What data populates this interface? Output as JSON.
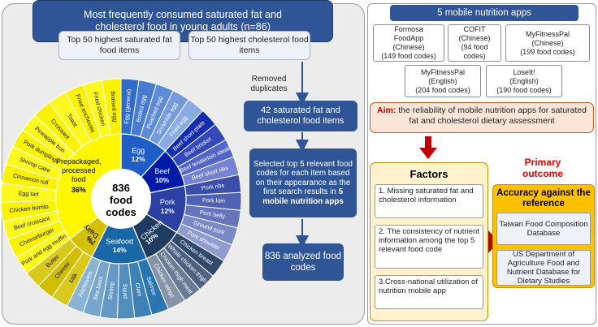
{
  "flow": {
    "main_title_line1": "Most frequently consumed saturated fat and",
    "main_title_line2": "cholesterol food in young adults (n=86)",
    "top50_fat": "Top 50 highest saturated fat food items",
    "top50_chol": "Top 50 highest cholesterol food items",
    "removed": "Removed duplicates",
    "items42": "42 saturated fat and cholesterol food items",
    "selected_prefix": "Selected top 5 relevant food codes for each item based on their appearance as the first search results in",
    "selected_bold": "5 mobile nutrition apps",
    "analyzed": "836 analyzed food codes"
  },
  "donut": {
    "center_line1": "836",
    "center_line2": "food",
    "center_line3": "codes",
    "colors": {
      "egg": "#1e5ec6",
      "beef": "#001aa8",
      "pork": "#2a40a2",
      "chicken": "#1f3a5f",
      "seafood": "#1868a8",
      "dairy": "#d4c200",
      "prepack": "#fff700"
    },
    "segments": [
      {
        "key": "egg",
        "name": "Egg",
        "pct": "12%",
        "value": 12
      },
      {
        "key": "beef",
        "name": "Beef",
        "pct": "10%",
        "value": 10
      },
      {
        "key": "pork",
        "name": "Pork",
        "pct": "12%",
        "value": 12
      },
      {
        "key": "chicken",
        "name": "Chicken",
        "pct": "10%",
        "value": 10
      },
      {
        "key": "seafood",
        "name": "Seafood",
        "pct": "14%",
        "value": 14
      },
      {
        "key": "dairy",
        "name": "Dairy",
        "pct": "7%",
        "value": 7
      },
      {
        "key": "prepack",
        "name": "Prepackaged, processed food",
        "pct": "36%",
        "value": 36
      }
    ],
    "items": {
      "egg": [
        "Egg (general)",
        "Boiled egg",
        "Poached egg",
        "Scramble egg",
        "Fried egg"
      ],
      "beef": [
        "Beef short-plate",
        "Beef brisket",
        "Beef tenderloin steak",
        "Beef short ribs"
      ],
      "pork": [
        "Pork ribs",
        "Pork loin",
        "Pork belly",
        "Ground pork",
        "Pork shoulder"
      ],
      "chicken": [
        "Chicken breast",
        "Whole chicken thigh",
        "Chicken thigh meat",
        "Chicken wings"
      ],
      "seafood": [
        "Salmon",
        "Clam",
        "Squid",
        "Shrimp",
        "Sea bass",
        "Anchovies"
      ],
      "dairy": [
        "Milk",
        "Cheese",
        "Butter"
      ],
      "prepack": [
        "Pork and egg muffin",
        "Cheeseburger",
        "Beef croissant",
        "Chicken burrito",
        "Egg tart",
        "Cinnamon roll",
        "Shrimp cake",
        "Pork dumplings",
        "Pineapple bun",
        "Croissant",
        "Toast",
        "Fried anchovies",
        "Fried chicken",
        "Braised egg"
      ]
    }
  },
  "apps": {
    "title": "5 mobile nutrition apps",
    "list": [
      {
        "line1": "Formosa",
        "line2": "FoodApp",
        "line3": "(Chinese)",
        "line4": "(149 food codes)"
      },
      {
        "line1": "COFIT",
        "line2": "(Chinese)",
        "line3": "(94 food",
        "line4": "codes)"
      },
      {
        "line1": "MyFitnessPal",
        "line2": "(Chinese)",
        "line3": "(199 food codes)",
        "line4": ""
      },
      {
        "line1": "MyFitnessPal",
        "line2": "(English)",
        "line3": "(204 food codes)",
        "line4": ""
      },
      {
        "line1": "LoseIt!",
        "line2": "(English)",
        "line3": "(190 food codes)",
        "line4": ""
      }
    ]
  },
  "aim": {
    "label": "Aim:",
    "text": "the reliability of mobile nutrition apps for saturated fat and cholesterol dietary assessment"
  },
  "factors": {
    "title": "Factors",
    "items": [
      "1. Missing saturated fat and cholesterol information",
      "2. The consistency of nutrient information among the top 5 relevant food code",
      "3.Cross-national utilization of nutrition mobile app"
    ]
  },
  "primary": {
    "line1": "Primary",
    "line2": "outcome"
  },
  "accuracy": {
    "title": "Accuracy against the reference",
    "ref1": "Taiwan Food Composition Database",
    "ref2": "US Department of Agriculture Food and Nutrient Database for Dietary Studies"
  }
}
